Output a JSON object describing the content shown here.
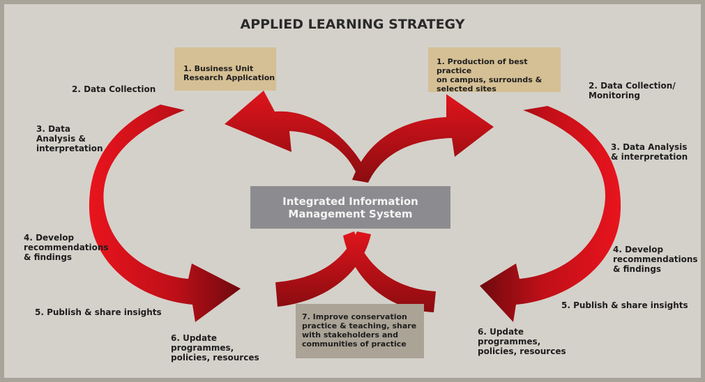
{
  "title": "APPLIED LEARNING STRATEGY",
  "center": {
    "line1": "Integrated Information",
    "line2": "Management System"
  },
  "left_cycle": {
    "step1": {
      "line1": "1. Business Unit",
      "line2": "Research Application"
    },
    "step2": "2. Data Collection",
    "step3": {
      "line1": "3. Data",
      "line2": "Analysis &",
      "line3": "interpretation"
    },
    "step4": {
      "line1": "4. Develop",
      "line2": "recommendations",
      "line3": "& findings"
    },
    "step5": "5. Publish & share insights",
    "step6": {
      "line1": "6. Update",
      "line2": "programmes,",
      "line3": "policies, resources"
    }
  },
  "right_cycle": {
    "step1": {
      "line1": "1. Production of best practice",
      "line2": "on campus, surrounds &",
      "line3": "selected sites"
    },
    "step2": {
      "line1": "2. Data Collection/",
      "line2": "Monitoring"
    },
    "step3": {
      "line1": "3. Data Analysis",
      "line2": "& interpretation"
    },
    "step4": {
      "line1": "4. Develop",
      "line2": "recommendations",
      "line3": "& findings"
    },
    "step5": "5. Publish & share insights",
    "step6": {
      "line1": "6. Update",
      "line2": "programmes,",
      "line3": "policies, resources"
    }
  },
  "step7": {
    "line1": "7. Improve conservation",
    "line2": "practice & teaching, share",
    "line3": "with stakeholders and",
    "line4": "communities of practice"
  },
  "colors": {
    "arrow_red": "#d0111a",
    "arrow_dark": "#6e0a0e",
    "tan_box": "#d5bf94",
    "gray_box": "#aaa396",
    "center_box": "#8c8c90",
    "background": "#d4d1ca"
  }
}
